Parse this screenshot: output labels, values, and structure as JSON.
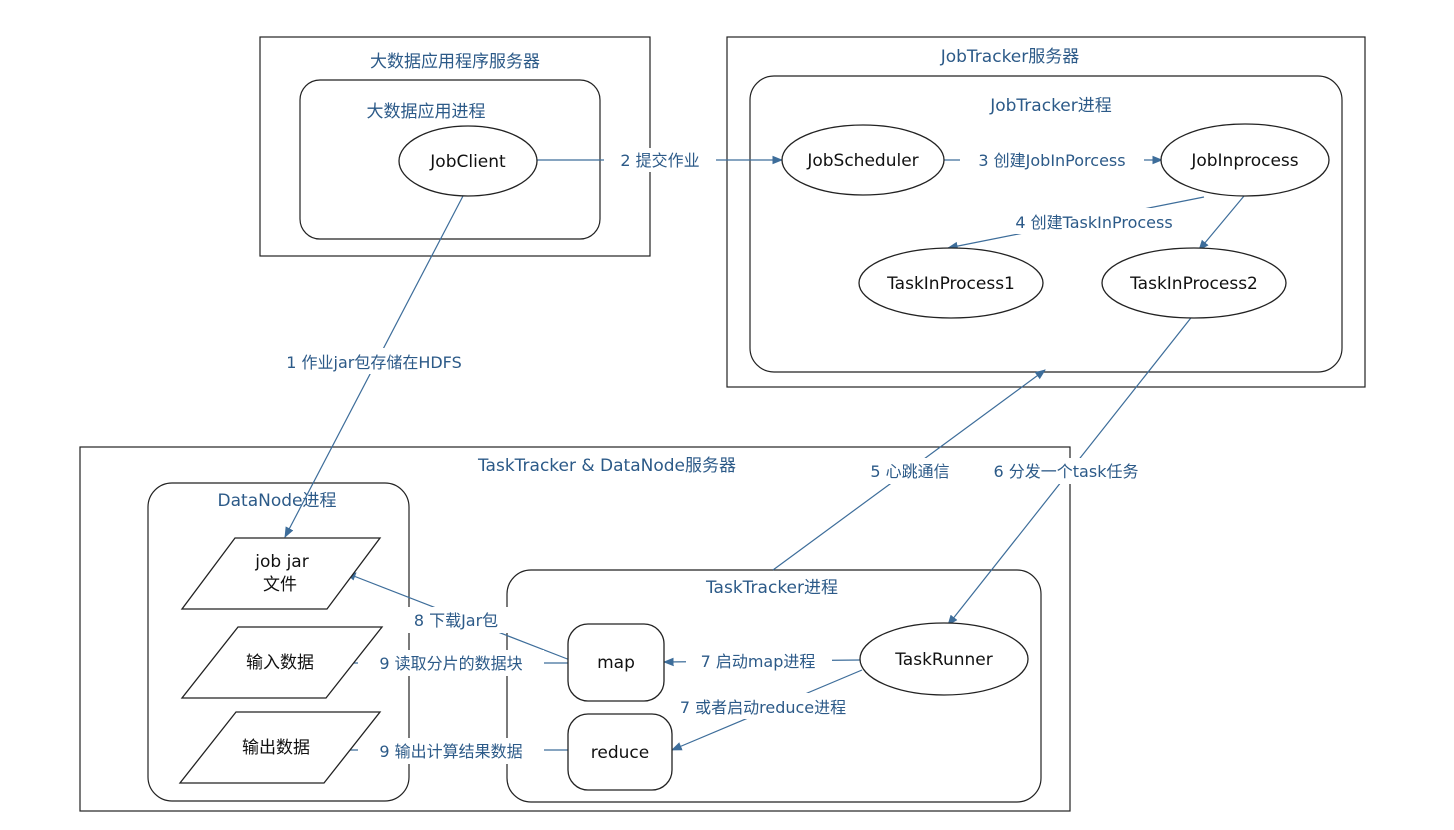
{
  "containers": {
    "app_server": "大数据应用程序服务器",
    "app_process": "大数据应用进程",
    "jt_server": "JobTracker服务器",
    "jt_process": "JobTracker进程",
    "tt_server": "TaskTracker & DataNode服务器",
    "dn_process": "DataNode进程",
    "tt_process": "TaskTracker进程"
  },
  "nodes": {
    "jobclient": "JobClient",
    "jobscheduler": "JobScheduler",
    "jobinprocess": "JobInprocess",
    "taskinprocess1": "TaskInProcess1",
    "taskinprocess2": "TaskInProcess2",
    "taskrunner": "TaskRunner",
    "map": "map",
    "reduce": "reduce",
    "jobjar_line1": "job jar",
    "jobjar_line2": "文件",
    "input": "输入数据",
    "output": "输出数据"
  },
  "edges": {
    "e1": "1 作业jar包存储在HDFS",
    "e2": "2 提交作业",
    "e3": "3 创建JobInPorcess",
    "e4": "4 创建TaskInProcess",
    "e5": "5 心跳通信",
    "e6": "6 分发一个task任务",
    "e7a": "7 启动map进程",
    "e7b": "7 或者启动reduce进程",
    "e8": "8 下载Jar包",
    "e9a": "9 读取分片的数据块",
    "e9b": "9 输出计算结果数据"
  },
  "colors": {
    "edge": "#3d6d9a",
    "label": "#2c5a88",
    "border": "#222222"
  }
}
